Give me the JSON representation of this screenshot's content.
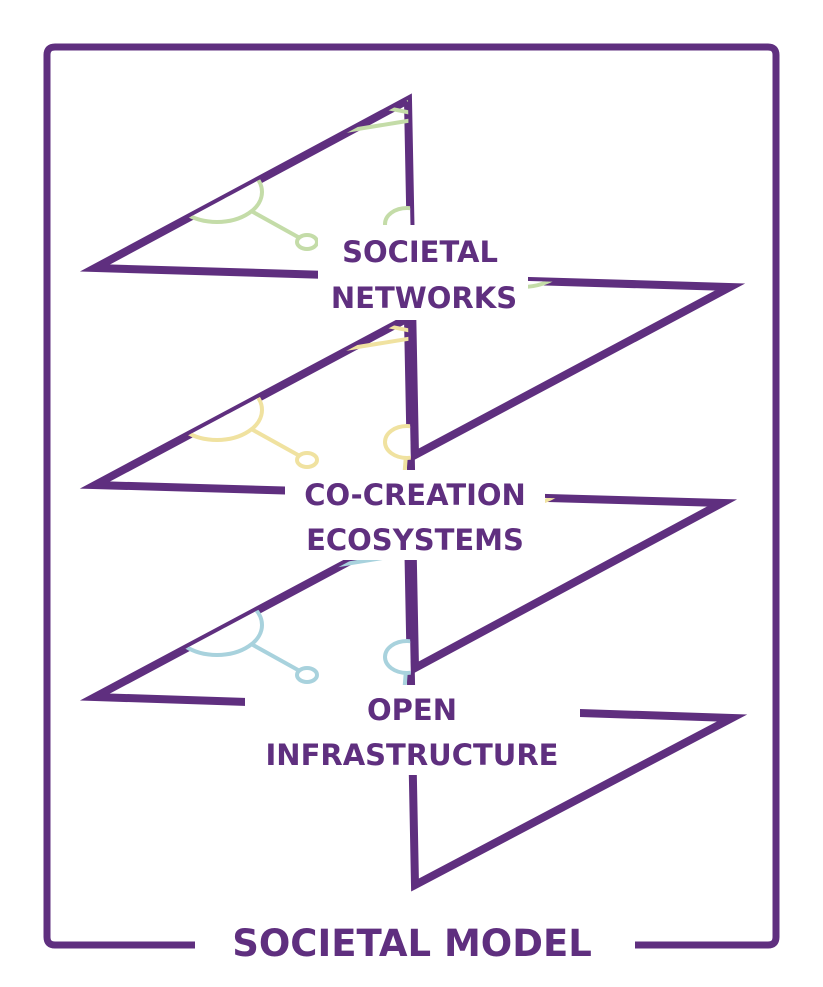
{
  "layers": [
    {
      "line1": "SOCIETAL",
      "line2": "NETWORKS",
      "color": "#c4dca8"
    },
    {
      "line1": "CO-CREATION",
      "line2": "ECOSYSTEMS",
      "color": "#f0e2a0"
    },
    {
      "line1": "OPEN",
      "line2": "INFRASTRUCTURE",
      "color": "#a8d2dd"
    }
  ],
  "frame_title": "SOCIETAL MODEL",
  "frame_color": "#5f2f7f"
}
